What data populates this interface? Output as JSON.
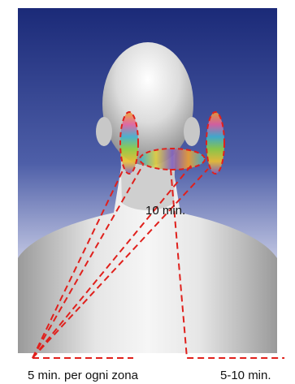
{
  "labels": {
    "center_time": "10 min.",
    "side_zones_time": "5 min. per ogni zona",
    "neck_zone_time": "5-10 min."
  },
  "colors": {
    "background_top": "#1b2a78",
    "background_bottom": "#f2f2f6",
    "dash_line": "#e0201c",
    "skin_light": "#f5f5f5",
    "skin_dark": "#8a8a8a"
  }
}
